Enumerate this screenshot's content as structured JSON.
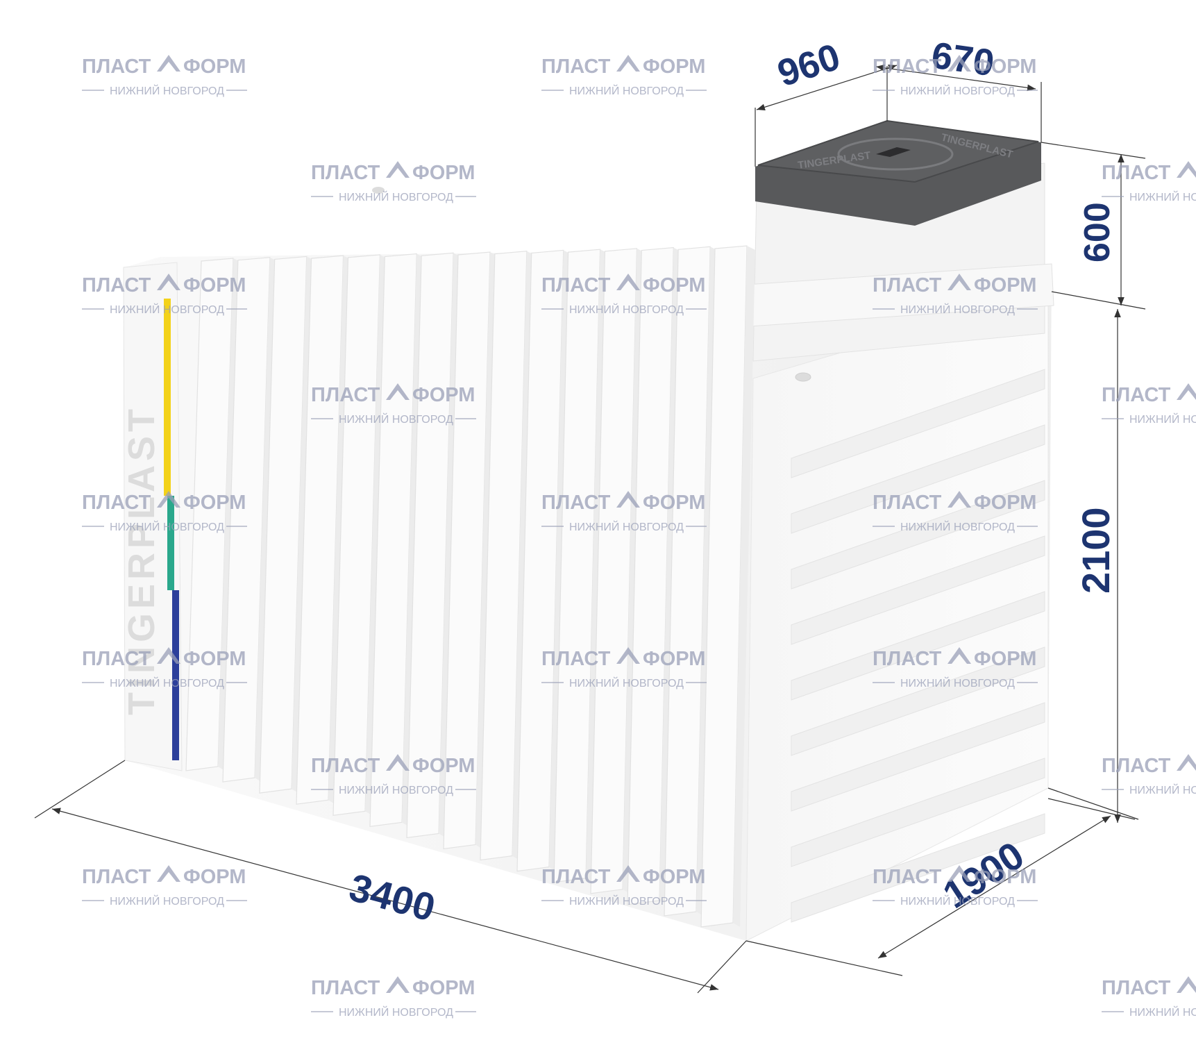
{
  "product": {
    "brand_label": "TINGERPLAST",
    "stripe_colors": [
      "#f3d21a",
      "#2aa88c",
      "#2c3f9b"
    ],
    "body_color": "#f4f4f4",
    "lid_color": "#58595b",
    "lid_embossed_text": "TINGERPLAST"
  },
  "dimensions": {
    "length": "3400",
    "width": "1900",
    "height": "2100",
    "neck_height": "600",
    "neck_length": "960",
    "neck_width": "670",
    "label_color": "#1d3470"
  },
  "watermark": {
    "title_left": "ПЛАСТ",
    "title_right": "ФОРМ",
    "subtitle": "НИЖНИЙ НОВГОРОД",
    "color": "#9aa0b8"
  }
}
